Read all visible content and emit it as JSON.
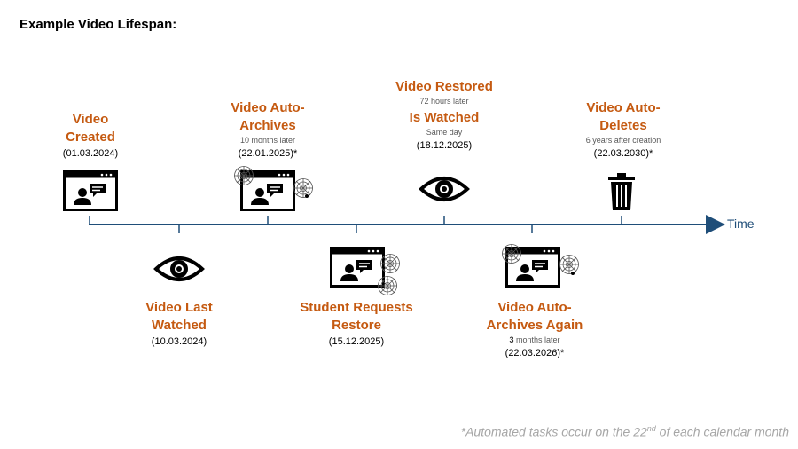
{
  "title": "Example Video Lifespan:",
  "axis_label": "Time",
  "footnote": {
    "prefix": "*Automated tasks occur on the 22",
    "sup": "nd",
    "suffix": " of each calendar month"
  },
  "events": {
    "created": {
      "label": "Video Created",
      "label_l1": "Video",
      "label_l2": "Created",
      "date": "(01.03.2024)",
      "icon": "video-window-icon"
    },
    "last_watched": {
      "label": "Video Last Watched",
      "label_l1": "Video Last",
      "label_l2": "Watched",
      "date": "(10.03.2024)",
      "icon": "eye-icon"
    },
    "auto_archives": {
      "label_l1": "Video Auto-",
      "label_l2": "Archives",
      "sub": "10 months later",
      "date": "(22.01.2025)*",
      "icon": "archived-video-window-icon"
    },
    "restore_request": {
      "label_l1": "Student Requests",
      "label_l2": "Restore",
      "date": "(15.12.2025)",
      "icon": "archived-video-window-icon"
    },
    "restored": {
      "label": "Video Restored",
      "sub": "72 hours later",
      "label2": "Is Watched",
      "sub2": "Same day",
      "date": "(18.12.2025)",
      "icon": "eye-icon"
    },
    "archives_again": {
      "label_l1": "Video Auto-",
      "label_l2": "Archives Again",
      "sub_bold": "3",
      "sub": " months later",
      "date": "(22.03.2026)*",
      "icon": "archived-video-window-icon"
    },
    "auto_deletes": {
      "label_l1": "Video Auto-",
      "label_l2": "Deletes",
      "sub": "6 years after creation",
      "date": "(22.03.2030)*",
      "icon": "trash-icon"
    }
  },
  "colors": {
    "label": "#c55a11",
    "timeline": "#1f4e79",
    "footnote": "#a6a6a6"
  }
}
